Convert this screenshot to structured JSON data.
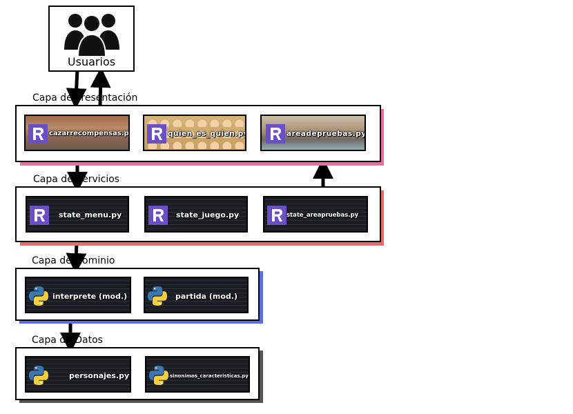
{
  "users": {
    "label": "Usuarios"
  },
  "layers": {
    "presentacion": {
      "title": "Capa de Presentación",
      "modules": [
        "cazarrecompensas.py",
        "quien_es_quien.py",
        "areadepruebas.py"
      ],
      "shadow_color": "#f06aa0"
    },
    "servicios": {
      "title": "Capa de Servicios",
      "modules": [
        "state_menu.py",
        "state_juego.py",
        "state_areapruebas.py"
      ],
      "shadow_color": "#ee6a6a"
    },
    "dominio": {
      "title": "Capa de Dominio",
      "modules": [
        "interprete (mod.)",
        "partida (mod.)"
      ],
      "shadow_color": "#5a6ee8"
    },
    "datos": {
      "title": "Capa de Datos",
      "modules": [
        "personajes.py",
        "sinonimos_caracteristicas.py"
      ],
      "shadow_color": "#555555"
    }
  },
  "icons": {
    "users": "users-group-icon",
    "renpy": "renpy-icon",
    "python": "python-icon"
  }
}
